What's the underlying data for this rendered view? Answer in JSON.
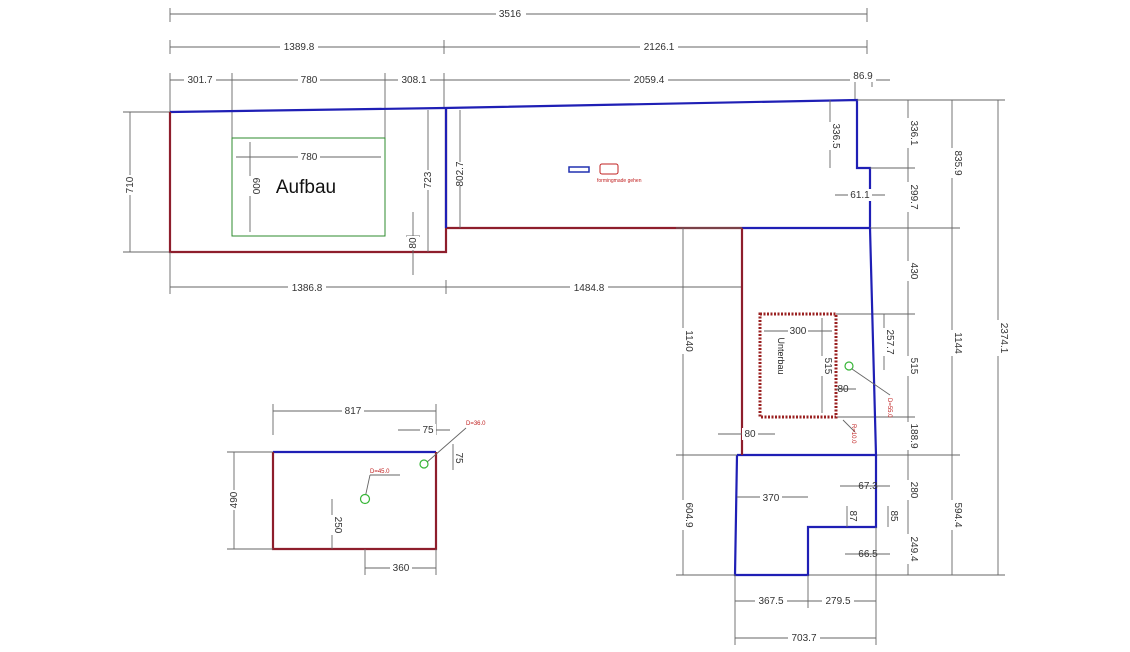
{
  "labels": {
    "aufbau": "Aufbau",
    "unterbau": "Unterbau",
    "logo_caption": "formingmade gehen"
  },
  "dimensions": {
    "top_total": "3516",
    "top_left": "1389.8",
    "top_right": "2126.1",
    "seg_301": "301.7",
    "seg_780": "780",
    "seg_308": "308.1",
    "seg_2059": "2059.4",
    "seg_86": "86.9",
    "left_710": "710",
    "inner_780": "780",
    "inner_600": "600",
    "right_723": "723",
    "mid_802": "802.7",
    "small_80": "80",
    "bottom_1386": "1386.8",
    "bottom_1484": "1484.8",
    "r_336_5": "336.5",
    "r_336_1": "336.1",
    "r_299": "299.7",
    "r_61": "61.1",
    "r_835": "835.9",
    "r_2374": "2374.1",
    "r_430": "430",
    "r_1144": "1144",
    "r_257": "257.7",
    "r_515a": "515",
    "r_515b": "515",
    "u_300": "300",
    "u_80": "80",
    "d_55": "D=55.0",
    "r_10": "R=10.0",
    "r_188": "188.9",
    "l_1140": "1140",
    "l_80": "80",
    "l_604": "604.9",
    "c_370": "370",
    "c_67": "67.3",
    "c_280": "280",
    "c_87": "87",
    "c_85": "85",
    "c_66": "66.5",
    "c_249": "249.4",
    "r_594": "594.4",
    "b_367": "367.5",
    "b_279": "279.5",
    "b_703": "703.7",
    "p_817": "817",
    "p_75a": "75",
    "p_75b": "75",
    "p_d36": "D=36.0",
    "p_d45": "D=45.0",
    "p_490": "490",
    "p_250": "250",
    "p_360": "360"
  },
  "colors": {
    "outline_blue": "#1f1fb5",
    "outline_red": "#8e1e2c",
    "inner_green": "#2e8b2e",
    "dimension_gray": "#666666"
  }
}
